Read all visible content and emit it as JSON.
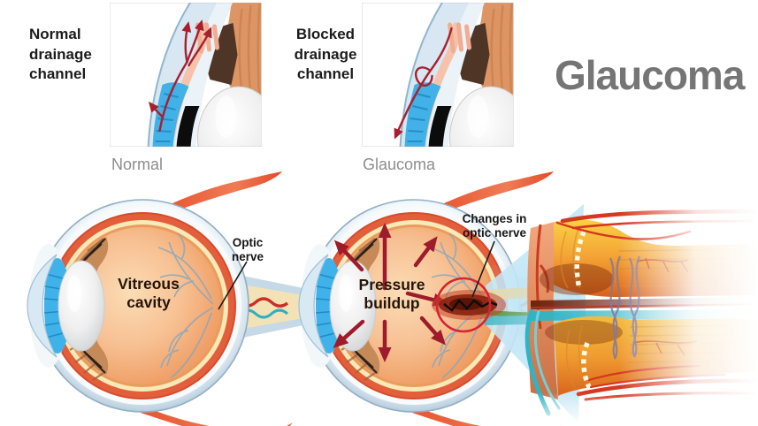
{
  "title": {
    "text": "Glaucoma"
  },
  "insets": {
    "left": {
      "label": "Normal drainage channel",
      "caption": "Normal"
    },
    "right": {
      "label": "Blocked drainage channel",
      "caption": "Glaucoma"
    }
  },
  "eyes": {
    "normal": {
      "interior_label": "Vitreous cavity",
      "annotation": "Optic nerve"
    },
    "glaucoma": {
      "interior_label": "Pressure buildup",
      "annotation": "Changes in optic nerve"
    }
  },
  "colors": {
    "title_gray": "#757575",
    "caption_gray": "#8d8d8d",
    "label_dark": "#241508",
    "arrow_red": "#9e1b2b",
    "highlight_circle_red": "#d62433",
    "iris_blue": "#41b1e8",
    "cone_blue": "#c3e6f6",
    "sclera_blue": "#c9dbe8",
    "choroid_red": "#d64c2c",
    "vitreous_orange": "#f3b083",
    "nerve_bundle_yellow": "#f4a636"
  }
}
